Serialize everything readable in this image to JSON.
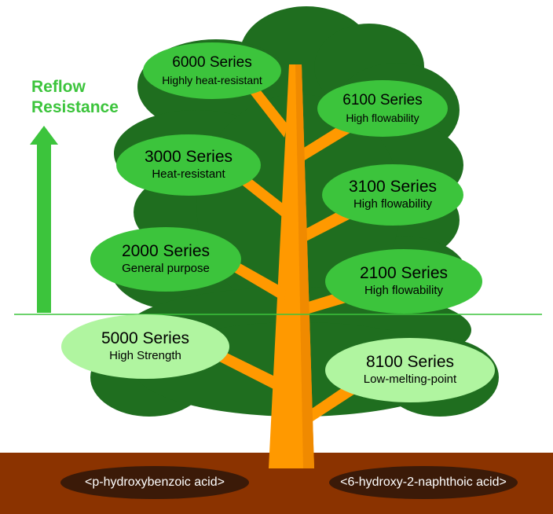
{
  "axis": {
    "label_line1": "Reflow",
    "label_line2": "Resistance"
  },
  "series": {
    "s6000": {
      "name": "6000 Series",
      "desc": "Highly heat-resistant"
    },
    "s6100": {
      "name": "6100 Series",
      "desc": "High flowability"
    },
    "s3000": {
      "name": "3000 Series",
      "desc": "Heat-resistant"
    },
    "s3100": {
      "name": "3100 Series",
      "desc": "High flowability"
    },
    "s2000": {
      "name": "2000 Series",
      "desc": "General purpose"
    },
    "s2100": {
      "name": "2100 Series",
      "desc": "High flowability"
    },
    "s5000": {
      "name": "5000 Series",
      "desc": "High Strength"
    },
    "s8100": {
      "name": "8100 Series",
      "desc": "Low-melting-point"
    }
  },
  "roots": {
    "left": "<p-hydroxybenzoic acid>",
    "right": "<6-hydroxy-2-naphthoic acid>"
  },
  "colors": {
    "foliage": "#1f6e1f",
    "leaf_upper": "#3cc43c",
    "leaf_lower": "#b0f5a0",
    "trunk": "#ff9900",
    "soil": "#8b3300",
    "root_label_bg": "#3b1a08",
    "arrow": "#3cc43c"
  }
}
